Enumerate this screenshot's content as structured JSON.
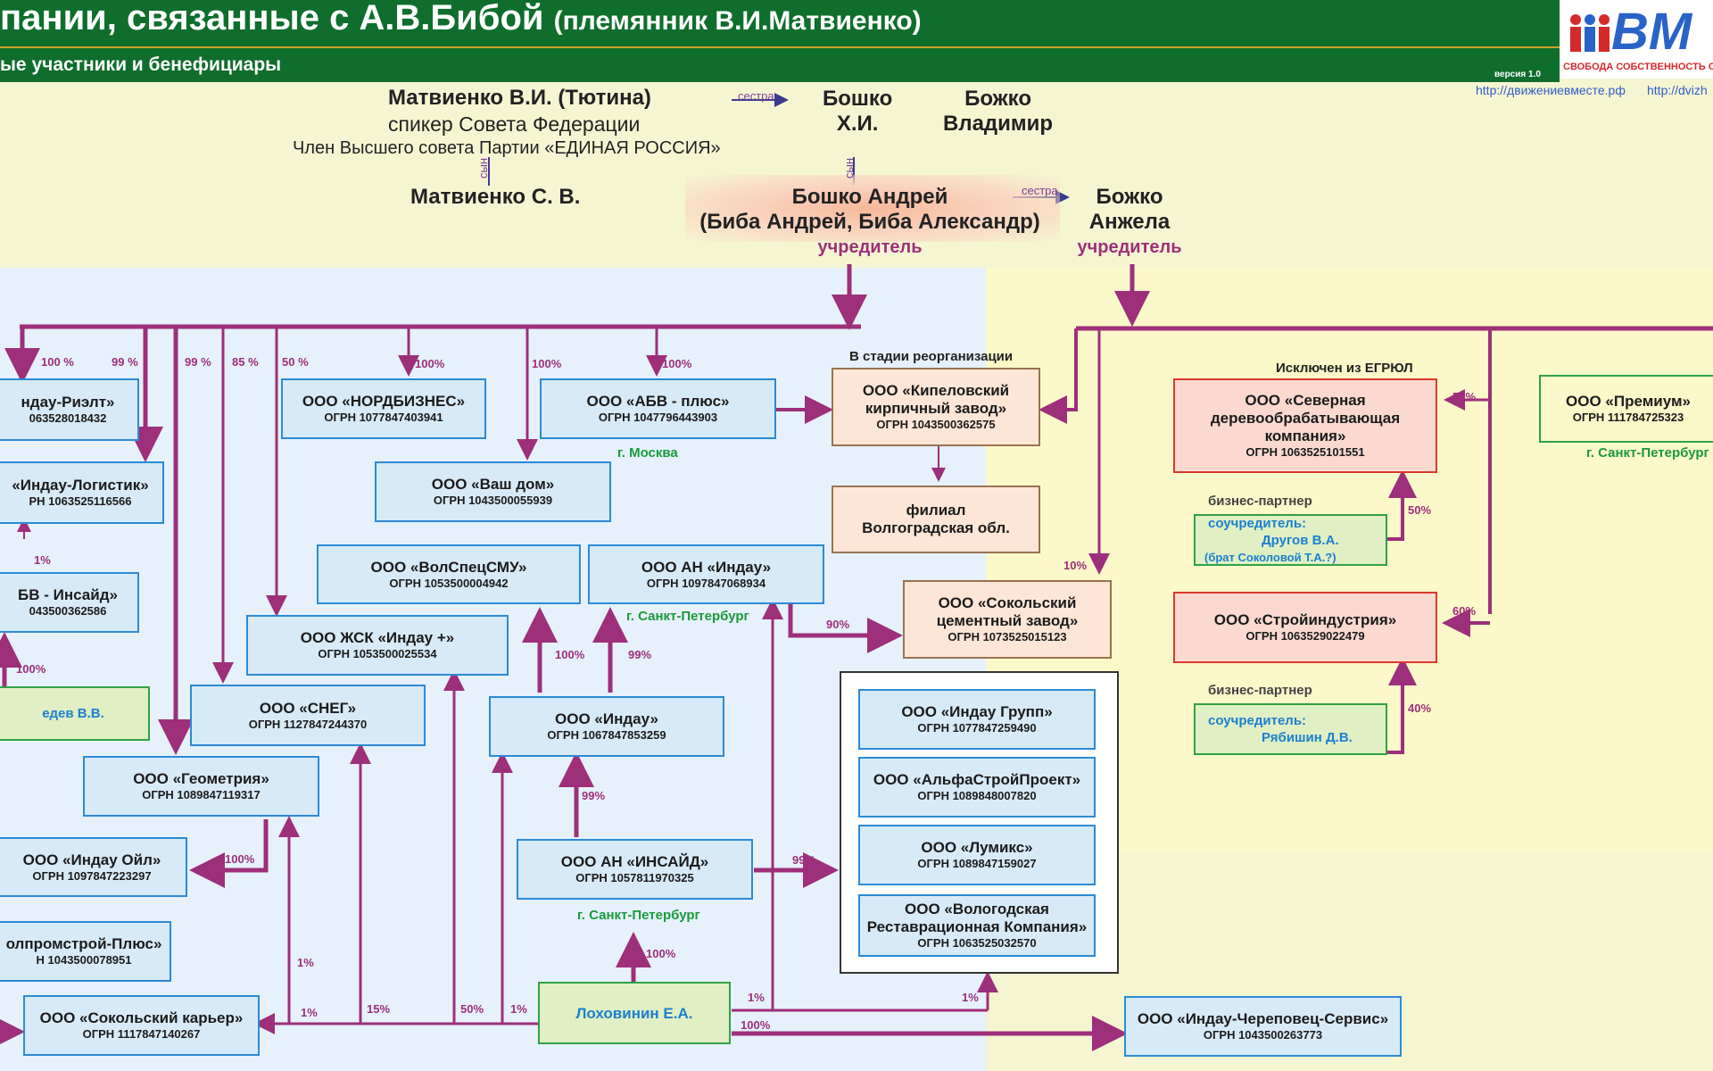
{
  "header": {
    "title_main": "пании, связанные с А.В.Бибой",
    "title_sub": "(племянник В.И.Матвиенко)",
    "subtitle": "ые участники и бенефициары",
    "version": "версия 1.0",
    "urls": [
      "http://движениевместе.рф",
      "http://dvizh"
    ],
    "logo_text": "ВМ",
    "logo_tagline": "СВОБОДА СОБСТВЕННОСТЬ О"
  },
  "people": {
    "matvienko_vi": {
      "name": "Матвиенко В.И. (Тютина)",
      "role": "спикер Совета Федерации",
      "party": "Член Высшего совета Партии «ЕДИНАЯ РОССИЯ»"
    },
    "boshko_hi": {
      "line1": "Бошко",
      "line2": "Х.И."
    },
    "bozhko_v": {
      "line1": "Божко",
      "line2": "Владимир"
    },
    "matvienko_sv": {
      "name": "Матвиенко С. В."
    },
    "boshko_a": {
      "line1": "Бошко Андрей",
      "line2": "(Биба Андрей, Биба Александр)",
      "role": "учредитель"
    },
    "bozhko_a": {
      "line1": "Божко",
      "line2": "Анжела",
      "role": "учредитель"
    }
  },
  "relations": {
    "sister1": "сестра",
    "sister2": "сестра",
    "son1": "сын",
    "son2": "сын"
  },
  "notes": {
    "reorg": "В стадии реорганизации",
    "excluded": "Исключен из ЕГРЮЛ"
  },
  "companies": {
    "indau_rielt": {
      "name": "ндау-Риэлт»",
      "ogrn": "063528018432"
    },
    "indau_log": {
      "name": "«Индау-Логистик»",
      "ogrn": "РН 1063525116566"
    },
    "abv_insayd": {
      "name": "БВ - Инсайд»",
      "ogrn": "043500362586"
    },
    "nordbiz": {
      "name": "ООО «НОРДБИЗНЕС»",
      "ogrn": "ОГРН 1077847403941"
    },
    "abv_plus": {
      "name": "ООО «АБВ - плюс»",
      "ogrn": "ОГРН 1047796443903"
    },
    "vash_dom": {
      "name": "ООО «Ваш дом»",
      "ogrn": "ОГРН 1043500055939"
    },
    "volspec": {
      "name": "ООО «ВолСпецСМУ»",
      "ogrn": "ОГРН 1053500004942"
    },
    "an_indau": {
      "name": "ООО АН «Индау»",
      "ogrn": "ОГРН 1097847068934"
    },
    "zhsk": {
      "name": "ООО ЖСК «Индау +»",
      "ogrn": "ОГРН 1053500025534"
    },
    "sneg": {
      "name": "ООО «СНЕГ»",
      "ogrn": "ОГРН 1127847244370"
    },
    "indau": {
      "name": "ООО «Индау»",
      "ogrn": "ОГРН 1067847853259"
    },
    "geometr": {
      "name": "ООО «Геометрия»",
      "ogrn": "ОГРН 1089847119317"
    },
    "indau_oil": {
      "name": "ООО «Индау Ойл»",
      "ogrn": "ОГРН 1097847223297"
    },
    "olprom": {
      "name": "олпромстрой-Плюс»",
      "ogrn": "Н 1043500078951"
    },
    "sok_kar": {
      "name": "ООО «Сокольский карьер»",
      "ogrn": "ОГРН 1117847140267"
    },
    "an_insayd": {
      "name": "ООО АН «ИНСАЙД»",
      "ogrn": "ОГРН 1057811970325"
    },
    "kipel": {
      "name1": "ООО «Кипеловский",
      "name2": "кирпичный завод»",
      "ogrn": "ОГРН 1043500362575"
    },
    "filial": {
      "name1": "филиал",
      "name2": "Волгоградская обл."
    },
    "sok_cem": {
      "name1": "ООО «Сокольский",
      "name2": "цементный завод»",
      "ogrn": "ОГРН 1073525015123"
    },
    "indau_grupp": {
      "name": "ООО «Индау Групп»",
      "ogrn": "ОГРН 1077847259490"
    },
    "alfa": {
      "name": "ООО «АльфаСтройПроект»",
      "ogrn": "ОГРН 1089848007820"
    },
    "lumiks": {
      "name": "ООО «Лумикс»",
      "ogrn": "ОГРН 1089847159027"
    },
    "vologda": {
      "name1": "ООО «Вологодская",
      "name2": "Реставрационная Компания»",
      "ogrn": "ОГРН 1063525032570"
    },
    "sev_der": {
      "name1": "ООО «Северная",
      "name2": "деревообрабатывающая",
      "name3": "компания»",
      "ogrn": "ОГРН 1063525101551"
    },
    "stroyind": {
      "name": "ООО «Стройиндустрия»",
      "ogrn": "ОГРН 1063529022479"
    },
    "premium": {
      "name": "ООО «Премиум»",
      "ogrn": "ОГРН 111784725323"
    },
    "cherep": {
      "name": "ООО «Индау-Череповец-Сервис»",
      "ogrn": "ОГРН 1043500263773"
    }
  },
  "persons_small": {
    "lohovinin": "Лоховинин Е.А.",
    "edev": "едев В.В.",
    "drugov": {
      "label": "соучредитель:",
      "name": "Другов В.А.",
      "extra": "(брат Соколовой Т.А.?)"
    },
    "ryabishin": {
      "label": "соучредитель:",
      "name": "Рябишин Д.В."
    }
  },
  "business_partner": "бизнес-партнер",
  "cities": {
    "moscow": "г. Москва",
    "spb1": "г. Санкт-Петербург",
    "spb2": "г. Санкт-Петербург",
    "spb3": "г. Санкт-Петербург"
  },
  "percents": {
    "p1": "100 %",
    "p2": "99 %",
    "p3": "99 %",
    "p4": "85 %",
    "p5": "50 %",
    "p6": "100%",
    "p7": "100%",
    "p8": "100%",
    "p9": "1%",
    "p10": "100%",
    "p11": "100%",
    "p12": "99%",
    "p13": "90%",
    "p14": "99%",
    "p15": "99%",
    "p16": "100%",
    "p17": "1%",
    "p18": "1%",
    "p19": "15%",
    "p20": "50%",
    "p21": "1%",
    "p22": "1%",
    "p23": "100%",
    "p24": "1%",
    "p25": "10%",
    "p26": "50%",
    "p27": "50%",
    "p28": "60%",
    "p29": "40%",
    "p30": "100%"
  },
  "colors": {
    "header_bg": "#0f6e2c",
    "arrow": "#9d2f7b",
    "box_border": "#2b8bd6"
  }
}
